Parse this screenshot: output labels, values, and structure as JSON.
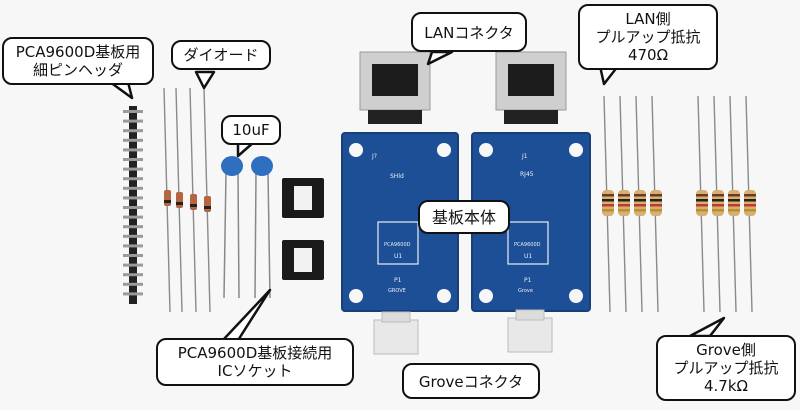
{
  "callouts": {
    "pca_header": [
      "PCA9600D基板用",
      "細ピンヘッダ"
    ],
    "diode": [
      "ダイオード"
    ],
    "lan_connector": [
      "LANコネクタ"
    ],
    "lan_pullup": [
      "LAN側",
      "プルアップ抵抗",
      "470Ω"
    ],
    "cap": [
      "10uF"
    ],
    "board": [
      "基板本体"
    ],
    "ic_socket": [
      "PCA9600D基板接続用",
      "ICソケット"
    ],
    "grove_connector": [
      "Groveコネクタ"
    ],
    "grove_pullup": [
      "Grove側",
      "プルアップ抵抗",
      "4.7kΩ"
    ]
  },
  "pcb_labels": {
    "board_a": {
      "j": "J?",
      "mid": "SHld",
      "ic": "PCA9600D",
      "u": "U1",
      "p": "P1",
      "conn": "GROVE"
    },
    "board_b": {
      "j": "J1",
      "mid": "RJ45",
      "ic": "PCA9600D",
      "u": "U1",
      "p": "P1",
      "conn": "Grove"
    }
  },
  "colors": {
    "pcb": "#1d4f96",
    "pcb_edge": "#173f7a",
    "resistor_body": "#d6b073",
    "cap": "#2f6fbf",
    "socket": "#1a1a1a",
    "connector": "#e8e8e8"
  }
}
